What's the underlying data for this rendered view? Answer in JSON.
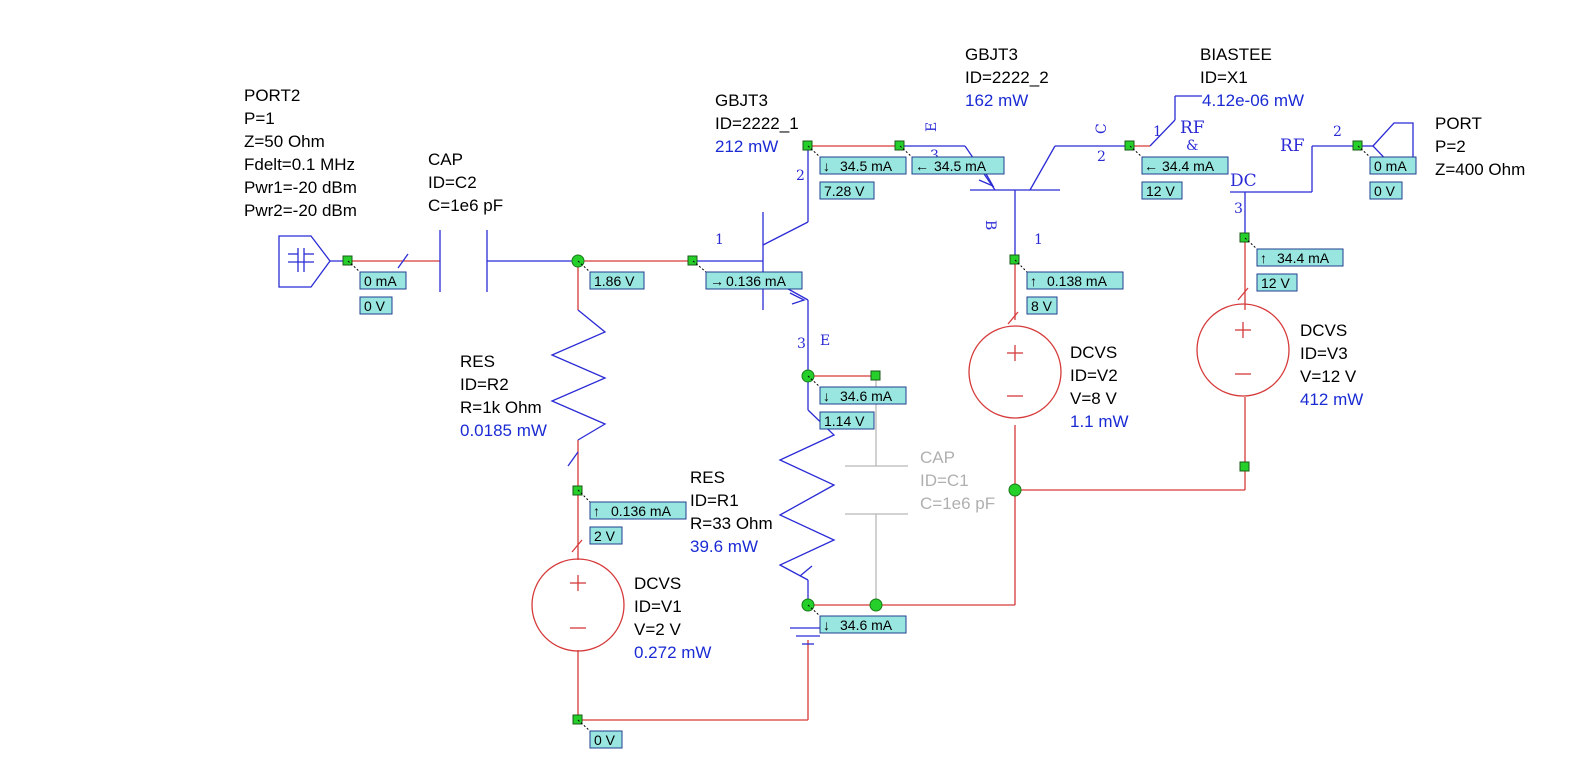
{
  "components": {
    "port2": {
      "type": "PORT2",
      "p": "P=1",
      "z": "Z=50 Ohm",
      "fdelt": "Fdelt=0.1 MHz",
      "pwr1": "Pwr1=-20 dBm",
      "pwr2": "Pwr2=-20 dBm"
    },
    "c2": {
      "type": "CAP",
      "id": "ID=C2",
      "c": "C=1e6 pF"
    },
    "q1": {
      "type": "GBJT3",
      "id": "ID=2222_1",
      "power": "212 mW"
    },
    "q2": {
      "type": "GBJT3",
      "id": "ID=2222_2",
      "power": "162 mW"
    },
    "biastee": {
      "type": "BIASTEE",
      "id": "ID=X1",
      "power": "4.12e-06 mW"
    },
    "port": {
      "type": "PORT",
      "p": "P=2",
      "z": "Z=400 Ohm"
    },
    "r2": {
      "type": "RES",
      "id": "ID=R2",
      "r": "R=1k Ohm",
      "power": "0.0185 mW"
    },
    "r1": {
      "type": "RES",
      "id": "ID=R1",
      "r": "R=33 Ohm",
      "power": "39.6 mW"
    },
    "c1": {
      "type": "CAP",
      "id": "ID=C1",
      "c": "C=1e6 pF"
    },
    "v2": {
      "type": "DCVS",
      "id": "ID=V2",
      "v": "V=8 V",
      "power": "1.1 mW"
    },
    "v3": {
      "type": "DCVS",
      "id": "ID=V3",
      "v": "V=12 V",
      "power": "412 mW"
    },
    "v1": {
      "type": "DCVS",
      "id": "ID=V1",
      "v": "V=2 V",
      "power": "0.272 mW"
    }
  },
  "pins": {
    "q1_1": "1",
    "q1_2": "2",
    "q1_3": "3",
    "q1_e": "E",
    "q2_1": "1",
    "q2_2": "2",
    "q2_3": "3",
    "q2_b": "B",
    "q2_c": "C",
    "q2_e": "E",
    "bt_1": "1",
    "bt_2": "2",
    "bt_3": "3",
    "bt_rf": "RF",
    "bt_amp": "&",
    "bt_dc": "DC",
    "bt_rf2": "RF",
    "port_2": "2"
  },
  "annotations": {
    "port2_i": "0 mA",
    "port2_v": "0 V",
    "n1_v": "1.86 V",
    "q1b_i": "0.136 mA",
    "q1c_i": "34.5 mA",
    "q1c_v": "7.28 V",
    "q2e_i": "34.5 mA",
    "q2c_i": "34.4 mA",
    "q2c_v": "12 V",
    "port_i": "0 mA",
    "port_v": "0 V",
    "q2b_i": "0.138 mA",
    "q2b_v": "8 V",
    "v3_i": "34.4 mA",
    "v3_v": "12 V",
    "q1e_i": "34.6 mA",
    "q1e_v": "1.14 V",
    "v1_i": "0.136 mA",
    "v1_v": "2 V",
    "gnd_i": "34.6 mA",
    "bot_v": "0 V"
  },
  "colors": {
    "wire": "#d63a3a",
    "component": "#2b2bd6",
    "annotation_fill": "#99e6e0",
    "node": "#25d02a",
    "power": "#1a2bd4"
  }
}
